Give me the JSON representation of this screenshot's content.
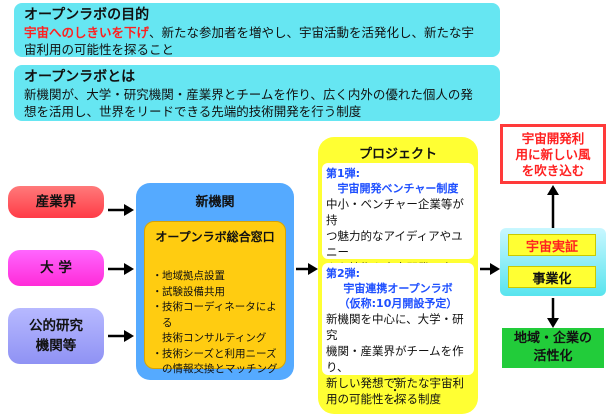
{
  "purpose": {
    "title": "オープンラボの目的",
    "highlight": "宇宙へのしきいを下げ",
    "line1_rest": "、新たな参加者を増やし、宇宙活動を活発化し、新たな宇",
    "line2": "宙利用の可能性を探ること"
  },
  "about": {
    "title": "オープンラボとは",
    "line1": "新機関が、大学・研究機関・産業界とチームを作り、広く内外の優れた個人の発",
    "line2": "想を活用し、世界をリードできる先端的技術開発を行う制度"
  },
  "sources": [
    "産業界",
    "大 学",
    "公的研究\n機関等"
  ],
  "institution": {
    "title": "新機関",
    "window_title": "オープンラボ総合窓口",
    "services": [
      "地域拠点設置",
      "試験設備共用",
      "技術コーディネータによる\n技術コンサルティング",
      "技術シーズと利用ニーズ\nの情報交換とマッチング"
    ],
    "bullet": "・"
  },
  "project": {
    "title": "プロジェクト",
    "cards": [
      {
        "title_line1": "第1弾:",
        "title_line2": "宇宙開発ベンチャー制度",
        "body": "中小・ベンチャー企業等が持\nつ魅力的なアイディアやユニー\nクな技術を宇宙開発に応用\nする制度"
      },
      {
        "title_line1": "第2弾:",
        "title_line2": "宇宙連携オープンラボ\n（仮称:10月開設予定）",
        "body": "新機関を中心に、大学・研究\n機関・産業界がチームを作り、\n新しい発想で新たな宇宙利\n用の可能性を探る制度"
      }
    ],
    "ellipsis": "・\n・\n・"
  },
  "outcomes": {
    "top": "宇宙開発利\n用に新しい風\nを吹き込む",
    "verify": "宇宙実証",
    "commercialize": "事業化",
    "bottom": "地域・企業の\n活性化"
  },
  "colors": {
    "panel": "#66e6f2",
    "red_text": "#ff2020",
    "institution": "#55aaff",
    "window": "#ffcc11",
    "project": "#ffff33",
    "card_title": "#1e4fff",
    "green": "#22cc3a"
  }
}
